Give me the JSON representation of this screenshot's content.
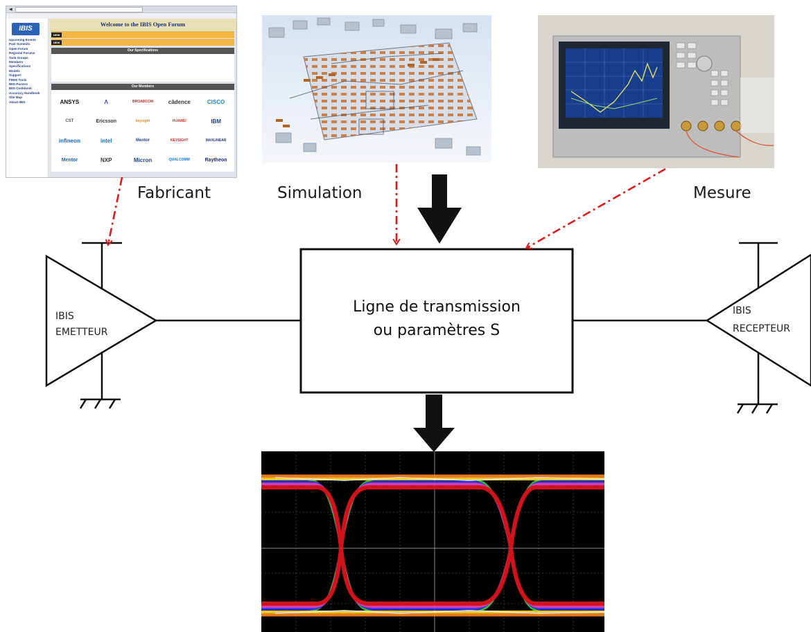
{
  "captions": {
    "fabricant": "Fabricant",
    "simulation": "Simulation",
    "mesure": "Mesure"
  },
  "emitter": {
    "line1": "IBIS",
    "line2": "EMETTEUR"
  },
  "receiver": {
    "line1": "IBIS",
    "line2": "RECEPTEUR"
  },
  "center_block": {
    "line1": "Ligne de transmission",
    "line2": "ou paramètres S"
  },
  "ibis_site": {
    "welcome": "Welcome to the IBIS Open Forum",
    "new_tag": "NEW",
    "our_specifications": "Our Specifications",
    "our_members": "Our Members",
    "nav": [
      "Upcoming Events",
      "Past Summits",
      "Open Forum",
      "Regional Forums",
      "Task Groups",
      "Members",
      "Specifications",
      "Models",
      "Support",
      "FREE Tools",
      "IBIS Parsers",
      "IBIS Cookbook",
      "Accuracy Handbook",
      "Site Map",
      "About IBIS"
    ],
    "members": [
      "ANSYS",
      "Λ",
      "BROADCOM",
      "cādence",
      "CISCO",
      "CST",
      "Ericsson",
      "keysight",
      "HUAWEI",
      "IBM",
      "infineon",
      "intel",
      "Mentor",
      "KEYSIGHT",
      "MAXLINEAR",
      "Mentor",
      "NXP",
      "Micron",
      "QUALCOMM",
      "Raytheon"
    ]
  },
  "colors": {
    "arrow_black": "#111111",
    "arrow_red": "#e01818",
    "eye_red": "#e8141e",
    "eye_magenta": "#e845c8",
    "eye_blue": "#2a3cff",
    "eye_green": "#3cd23c",
    "eye_yellow": "#ffe02a",
    "eye_orange": "#ff8a1e"
  }
}
